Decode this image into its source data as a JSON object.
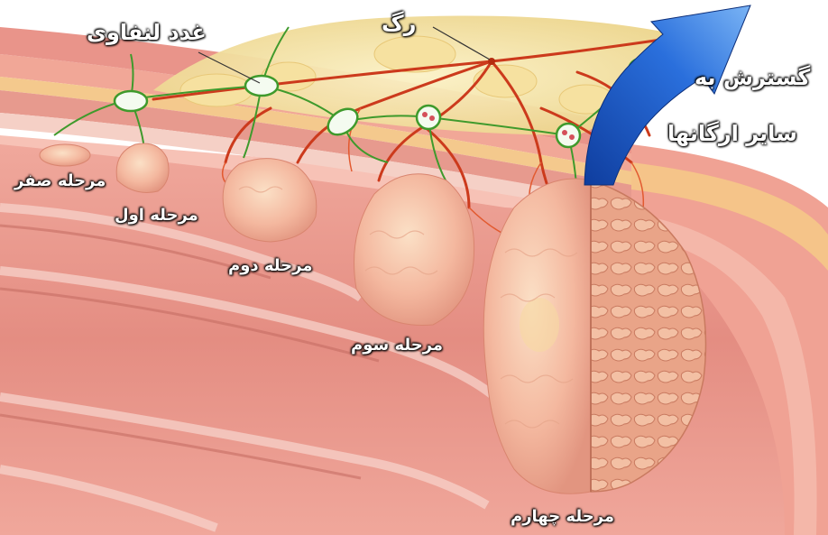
{
  "labels": {
    "lymph_node": "غدد لنفاوی",
    "vessel": "رگ",
    "spread": "گسترش به",
    "other_organs": "سایر ارگانها",
    "stage_0": "مرحله صفر",
    "stage_1": "مرحله اول",
    "stage_2": "مرحله دوم",
    "stage_3": "مرحله سوم",
    "stage_4": "مرحله چهارم"
  },
  "colors": {
    "mucosa": "#e8968c",
    "wall": "#f2a497",
    "fat": "#f3e3a8",
    "vessel": "#cc3a1c",
    "lymph": "#3f9a2c",
    "tumor": "#f3b7a2",
    "arrow": "#1f56c4"
  }
}
